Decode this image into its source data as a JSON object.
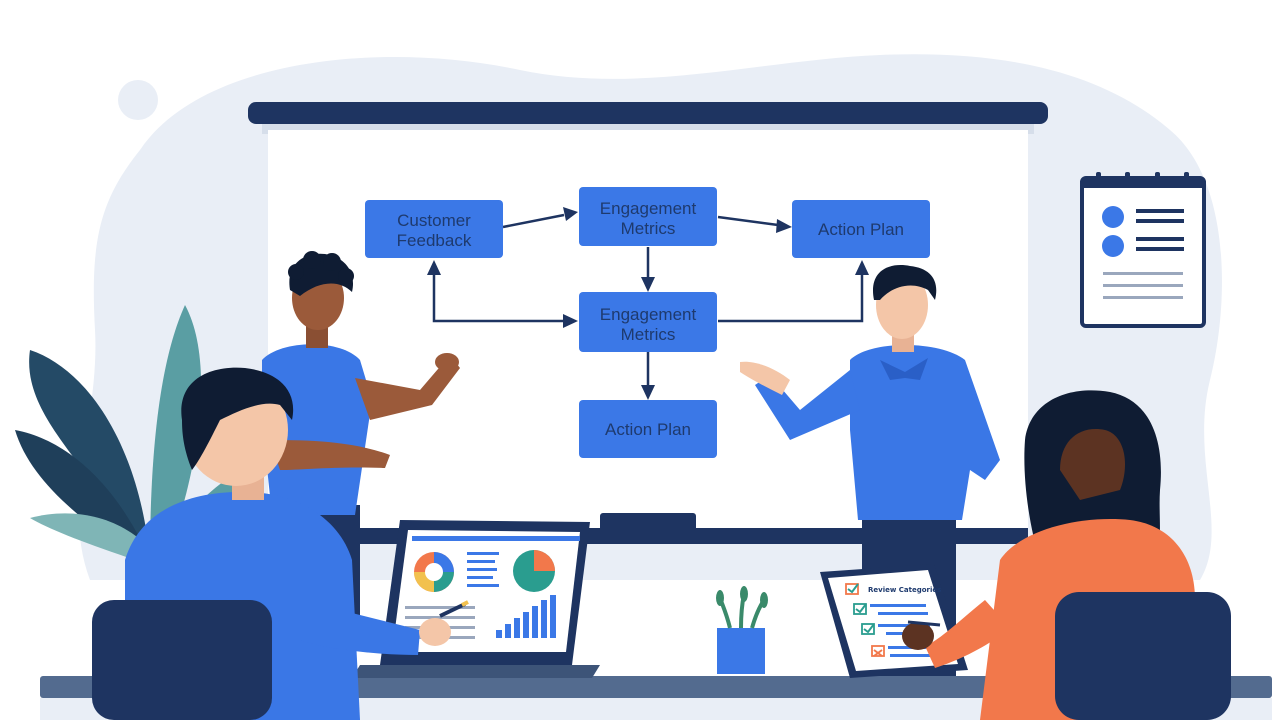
{
  "flowchart": {
    "nodes": [
      {
        "id": "customer-feedback",
        "lines": [
          "Customer",
          "Feedback"
        ]
      },
      {
        "id": "engagement-metrics-top",
        "lines": [
          "Engagement",
          "Metrics"
        ]
      },
      {
        "id": "action-plan-right",
        "lines": [
          "Action Plan"
        ]
      },
      {
        "id": "engagement-metrics-center",
        "lines": [
          "Engagement",
          "Metrics"
        ]
      },
      {
        "id": "action-plan-bottom",
        "lines": [
          "Action Plan"
        ]
      }
    ]
  },
  "tablet": {
    "heading": "Review Categories"
  },
  "colors": {
    "node_fill": "#3b78e7",
    "node_text": "#ffffff",
    "navy": "#1e3461",
    "blue_shirt": "#3a77e6",
    "orange_shirt": "#f2784b",
    "plant_teal": "#5a9ea3",
    "plant_dark": "#244a66",
    "background_blob": "#e9eef6",
    "screen": "#ffffff"
  },
  "icons": [
    "calendar-icon",
    "pie-chart-icon",
    "bar-chart-icon",
    "checklist-icon",
    "plant-icon",
    "pencil-icon"
  ]
}
